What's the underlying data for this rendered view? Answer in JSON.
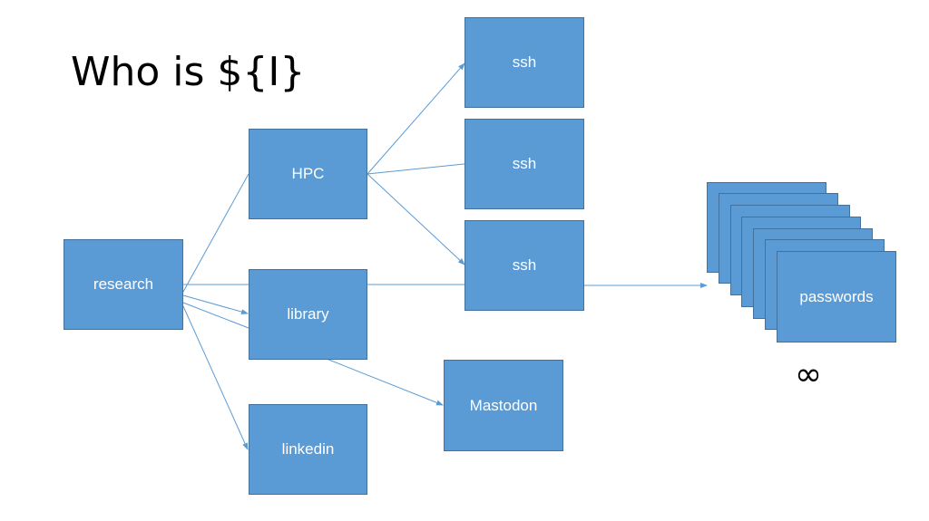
{
  "title": "Who is ${I}",
  "nodes": {
    "research": "research",
    "hpc": "HPC",
    "library": "library",
    "linkedin": "linkedin",
    "ssh_top": "ssh",
    "ssh_middle": "ssh",
    "ssh_bottom": "ssh",
    "mastodon": "Mastodon",
    "passwords": "passwords"
  },
  "infinity_symbol": "∞",
  "colors": {
    "box_fill": "#5b9bd5",
    "box_border": "#41719c",
    "arrow": "#5b9bd5"
  }
}
